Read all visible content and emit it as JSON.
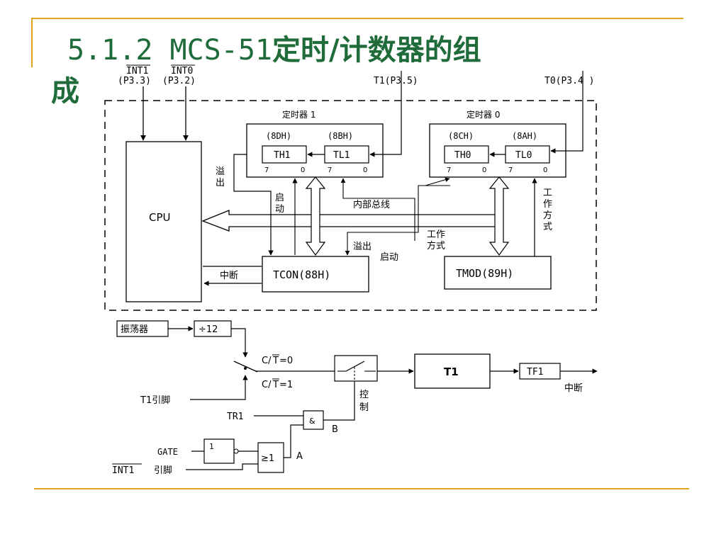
{
  "slide": {
    "title_prefix": "5.1.2  MCS-51",
    "title_suffix": "定时/计数器的组",
    "title_line2": "成"
  },
  "diagram": {
    "pins": {
      "int1_name": "INT1",
      "int1_port": "(P3.3)",
      "int0_name": "INT0",
      "int0_port": "(P3.2)",
      "t1": "T1(P3.5)",
      "t0": "T0(P3.4 )"
    },
    "cpu": "CPU",
    "timer1": {
      "title": "定时器 1",
      "th_addr": "(8DH)",
      "tl_addr": "(8BH)",
      "th": "TH1",
      "tl": "TL1",
      "bit7": "7",
      "bit0": "0"
    },
    "timer0": {
      "title": "定时器 0",
      "th_addr": "(8CH)",
      "tl_addr": "(8AH)",
      "th": "TH0",
      "tl": "TL0",
      "bit7": "7",
      "bit0": "0"
    },
    "labels": {
      "overflow_vertical_1": "溢",
      "overflow_vertical_2": "出",
      "start_vertical_1": "启",
      "start_vertical_2": "动",
      "internal_bus": "内部总线",
      "mode_vertical_1": "工",
      "mode_vertical_2": "作",
      "mode_vertical_3": "方",
      "mode_vertical_4": "式",
      "overflow": "溢出",
      "mode_line1": "工作",
      "mode_line2": "方式",
      "start": "启动",
      "interrupt": "中断"
    },
    "tcon": "TCON(88H)",
    "tmod": "TMOD(89H)"
  },
  "logic": {
    "oscillator": "振荡器",
    "divider": "÷12",
    "ct0_prefix": "C/",
    "ct0_bar": "T",
    "ct0_suffix": "=0",
    "ct1_prefix": "C/",
    "ct1_bar": "T",
    "ct1_suffix": "=1",
    "t1_pin": "T1引脚",
    "t1_block": "T1",
    "tf1": "TF1",
    "interrupt": "中断",
    "control_1": "控",
    "control_2": "制",
    "tr1": "TR1",
    "and_gate": "&",
    "b": "B",
    "gate": "GATE",
    "not_gate": "1",
    "or_gate": "≥1",
    "a": "A",
    "int1_pin_name": "INT1",
    "int1_pin_suffix": "引脚"
  }
}
